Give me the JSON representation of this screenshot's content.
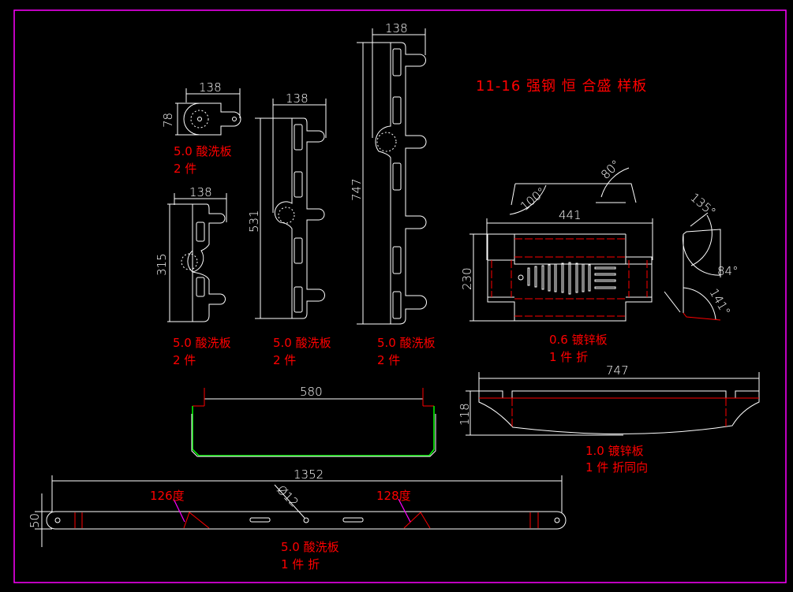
{
  "title": "11-16 强钢 恒 合盛  样板",
  "colors": {
    "background": "#000000",
    "frame": "#ff00ff",
    "geometry": "#ffffff",
    "label": "#ff0000",
    "bend": "#00ff00"
  },
  "parts": {
    "small_bracket": {
      "width_dim": "138",
      "height_dim": "78",
      "material": "5.0  酸洗板",
      "qty": "2 件"
    },
    "bracket_315": {
      "width_dim": "138",
      "height_dim": "315",
      "material": "5.0  酸洗板",
      "qty": "2 件"
    },
    "bracket_531": {
      "width_dim": "138",
      "height_dim": "531",
      "material": "5.0  酸洗板",
      "qty": "2 件"
    },
    "bracket_747": {
      "width_dim": "138",
      "height_dim": "747",
      "material": "5.0  酸洗板",
      "qty": "2 件"
    },
    "tray_441": {
      "width_dim": "441",
      "height_dim": "230",
      "angle_a": "100°",
      "angle_b": "80°",
      "material": "0.6 镀锌板",
      "qty": "1 件 折"
    },
    "profile_angles": {
      "angle_a": "135°",
      "angle_b": "84°",
      "angle_c": "141°"
    },
    "panel_747": {
      "width_dim": "747",
      "height_dim": "118",
      "material": "1.0 镀锌板",
      "qty": "1 件 折同向"
    },
    "section_580": {
      "width_dim": "580"
    },
    "bar_1352": {
      "width_dim": "1352",
      "height_dim": "50",
      "hole_dim": "Ø12",
      "bend_left": "126度",
      "bend_right": "128度",
      "material": "5.0  酸洗板",
      "qty": "1 件 折"
    }
  }
}
